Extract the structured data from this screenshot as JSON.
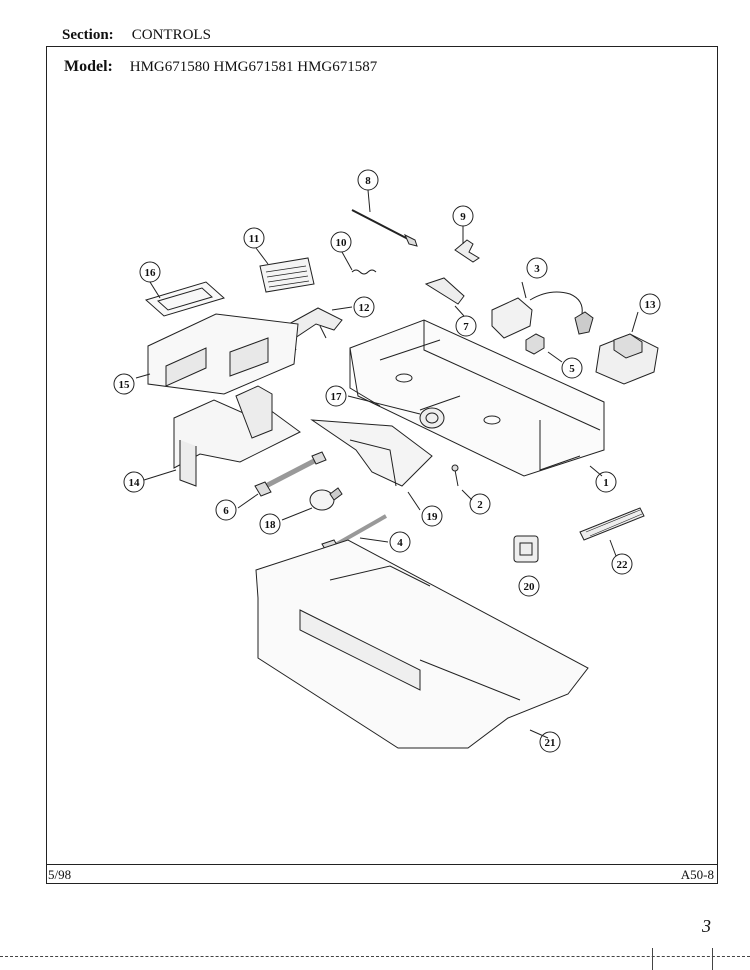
{
  "header": {
    "section_label": "Section:",
    "section_value": "CONTROLS",
    "model_label": "Model:",
    "model_value": "HMG671580 HMG671581 HMG671587"
  },
  "footer": {
    "date": "5/98",
    "page_code": "A50-8"
  },
  "corner_mark": "3",
  "callouts": [
    "1",
    "2",
    "3",
    "4",
    "5",
    "6",
    "7",
    "8",
    "9",
    "10",
    "11",
    "12",
    "13",
    "14",
    "15",
    "16",
    "17",
    "18",
    "19",
    "20",
    "21",
    "22"
  ]
}
